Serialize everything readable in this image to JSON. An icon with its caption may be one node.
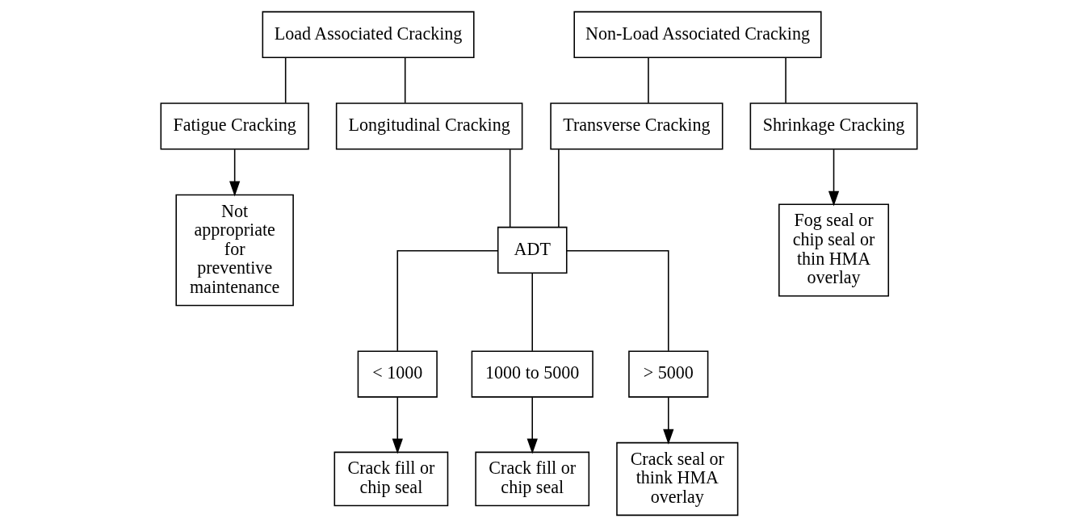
{
  "diagram": {
    "nodes": [
      {
        "text": [
          "Load Associated Cracking"
        ]
      },
      {
        "text": [
          "Non-Load Associated Cracking"
        ]
      },
      {
        "text": [
          "Fatigue Cracking"
        ]
      },
      {
        "text": [
          "Longitudinal Cracking"
        ]
      },
      {
        "text": [
          "Transverse Cracking"
        ]
      },
      {
        "text": [
          "Shrinkage Cracking"
        ]
      },
      {
        "text": [
          "ADT"
        ]
      },
      {
        "text": [
          "< 1000"
        ]
      },
      {
        "text": [
          "1000 to 5000"
        ]
      },
      {
        "text": [
          "> 5000"
        ]
      },
      {
        "text": [
          "Not appropriate for preventive maintenance"
        ]
      },
      {
        "text": [
          "Crack fill or chip seal"
        ]
      },
      {
        "text": [
          "Crack fill or chip seal"
        ]
      },
      {
        "text": [
          "Crack seal or think HMA overlay"
        ]
      },
      {
        "text": [
          "Fog seal or chip seal or thin HMA overlay"
        ]
      }
    ],
    "edges": [
      {
        "from": 0,
        "to": 2,
        "arrow": "none"
      },
      {
        "from": 0,
        "to": 3,
        "arrow": "none"
      },
      {
        "from": 1,
        "to": 4,
        "arrow": "none"
      },
      {
        "from": 1,
        "to": 5,
        "arrow": "none"
      },
      {
        "from": 3,
        "to": 6,
        "arrow": "none"
      },
      {
        "from": 4,
        "to": 6,
        "arrow": "none"
      },
      {
        "from": 6,
        "to": 7,
        "arrow": "none"
      },
      {
        "from": 6,
        "to": 8,
        "arrow": "none"
      },
      {
        "from": 6,
        "to": 9,
        "arrow": "none"
      },
      {
        "from": 2,
        "to": 10,
        "arrow": "to"
      },
      {
        "from": 7,
        "to": 11,
        "arrow": "to"
      },
      {
        "from": 8,
        "to": 12,
        "arrow": "to"
      },
      {
        "from": 9,
        "to": 13,
        "arrow": "to"
      },
      {
        "from": 5,
        "to": 14,
        "arrow": "to"
      }
    ]
  }
}
